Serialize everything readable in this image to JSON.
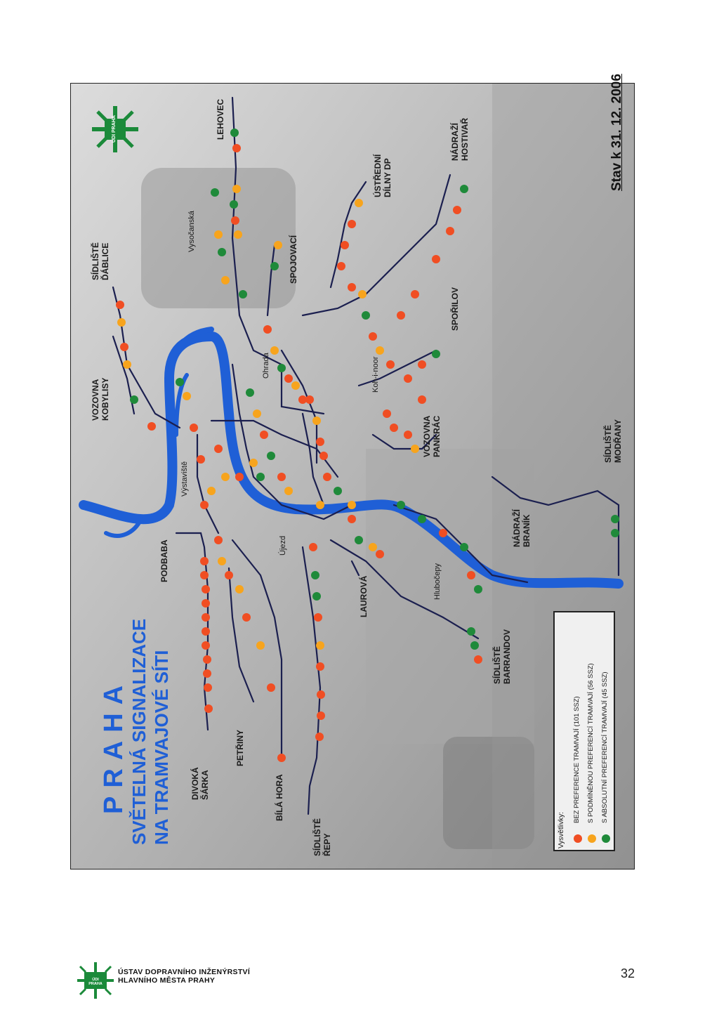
{
  "title": {
    "line1": "PRAHA",
    "line2": "SVĚTELNÁ SIGNALIZACE",
    "line3": "NA TRAMVAJOVÉ SÍTI"
  },
  "logo_text": "ÚDI PRAHA",
  "stav": "Stav k 31. 12. 2006",
  "terminals": {
    "lehovec": "LEHOVEC",
    "dablice": [
      "SÍDLIŠTĚ",
      "ĎÁBLICE"
    ],
    "kobylisy": [
      "VOZOVNA",
      "KOBYLISY"
    ],
    "podbaba": "PODBABA",
    "divoka_sarka": [
      "DIVOKÁ",
      "ŠÁRKA"
    ],
    "petriny": "PETŘINY",
    "bila_hora": "BÍLÁ HORA",
    "repy": [
      "SÍDLIŠTĚ",
      "ŘEPY"
    ],
    "laurova": "LAUROVÁ",
    "barrandov": [
      "SÍDLIŠTĚ",
      "BARRANDOV"
    ],
    "branik": [
      "NÁDRAŽÍ",
      "BRANÍK"
    ],
    "modrany": [
      "SÍDLIŠTĚ",
      "MODŘANY"
    ],
    "pankrac": [
      "VOZOVNA",
      "PANKRÁC"
    ],
    "sporilov": "SPOŘILOV",
    "hostivar": [
      "NÁDRAŽÍ",
      "HOSTIVAŘ"
    ],
    "dilny": [
      "ÚSTŘEDNÍ",
      "DÍLNY DP"
    ],
    "spojovaci": "SPOJOVACÍ"
  },
  "places": {
    "vysocanska": "Vysočanská",
    "ohrada": "Ohrada",
    "kohinoor": "Koh-i-noor",
    "vystaviste": "Výstaviště",
    "ujezd": "Újezd",
    "hlubocepy": "Hlubočepy"
  },
  "legend": {
    "heading": "Vysvětlivky:",
    "items": [
      {
        "label": "BEZ PREFERENCE TRAMVAJÍ (101 SSZ)",
        "color": "#f04e23"
      },
      {
        "label": "S PODMÍNĚNOU PREFERENCÍ TRAMVAJÍ (56 SSZ)",
        "color": "#f7a41d"
      },
      {
        "label": "S ABSOLUTNÍ PREFERENCÍ TRAMVAJÍ (45 SSZ)",
        "color": "#1f8a3a"
      }
    ]
  },
  "colors": {
    "river": "#1f5fd6",
    "track": "#1b1f4f",
    "no_pref": "#f04e23",
    "conditional": "#f7a41d",
    "absolute": "#1f8a3a"
  },
  "footer": {
    "org_line1": "ÚSTAV DOPRAVNÍHO INŽENÝRSTVÍ",
    "org_line2": "HLAVNÍHO MĚSTA PRAHY",
    "page_number": "32"
  }
}
